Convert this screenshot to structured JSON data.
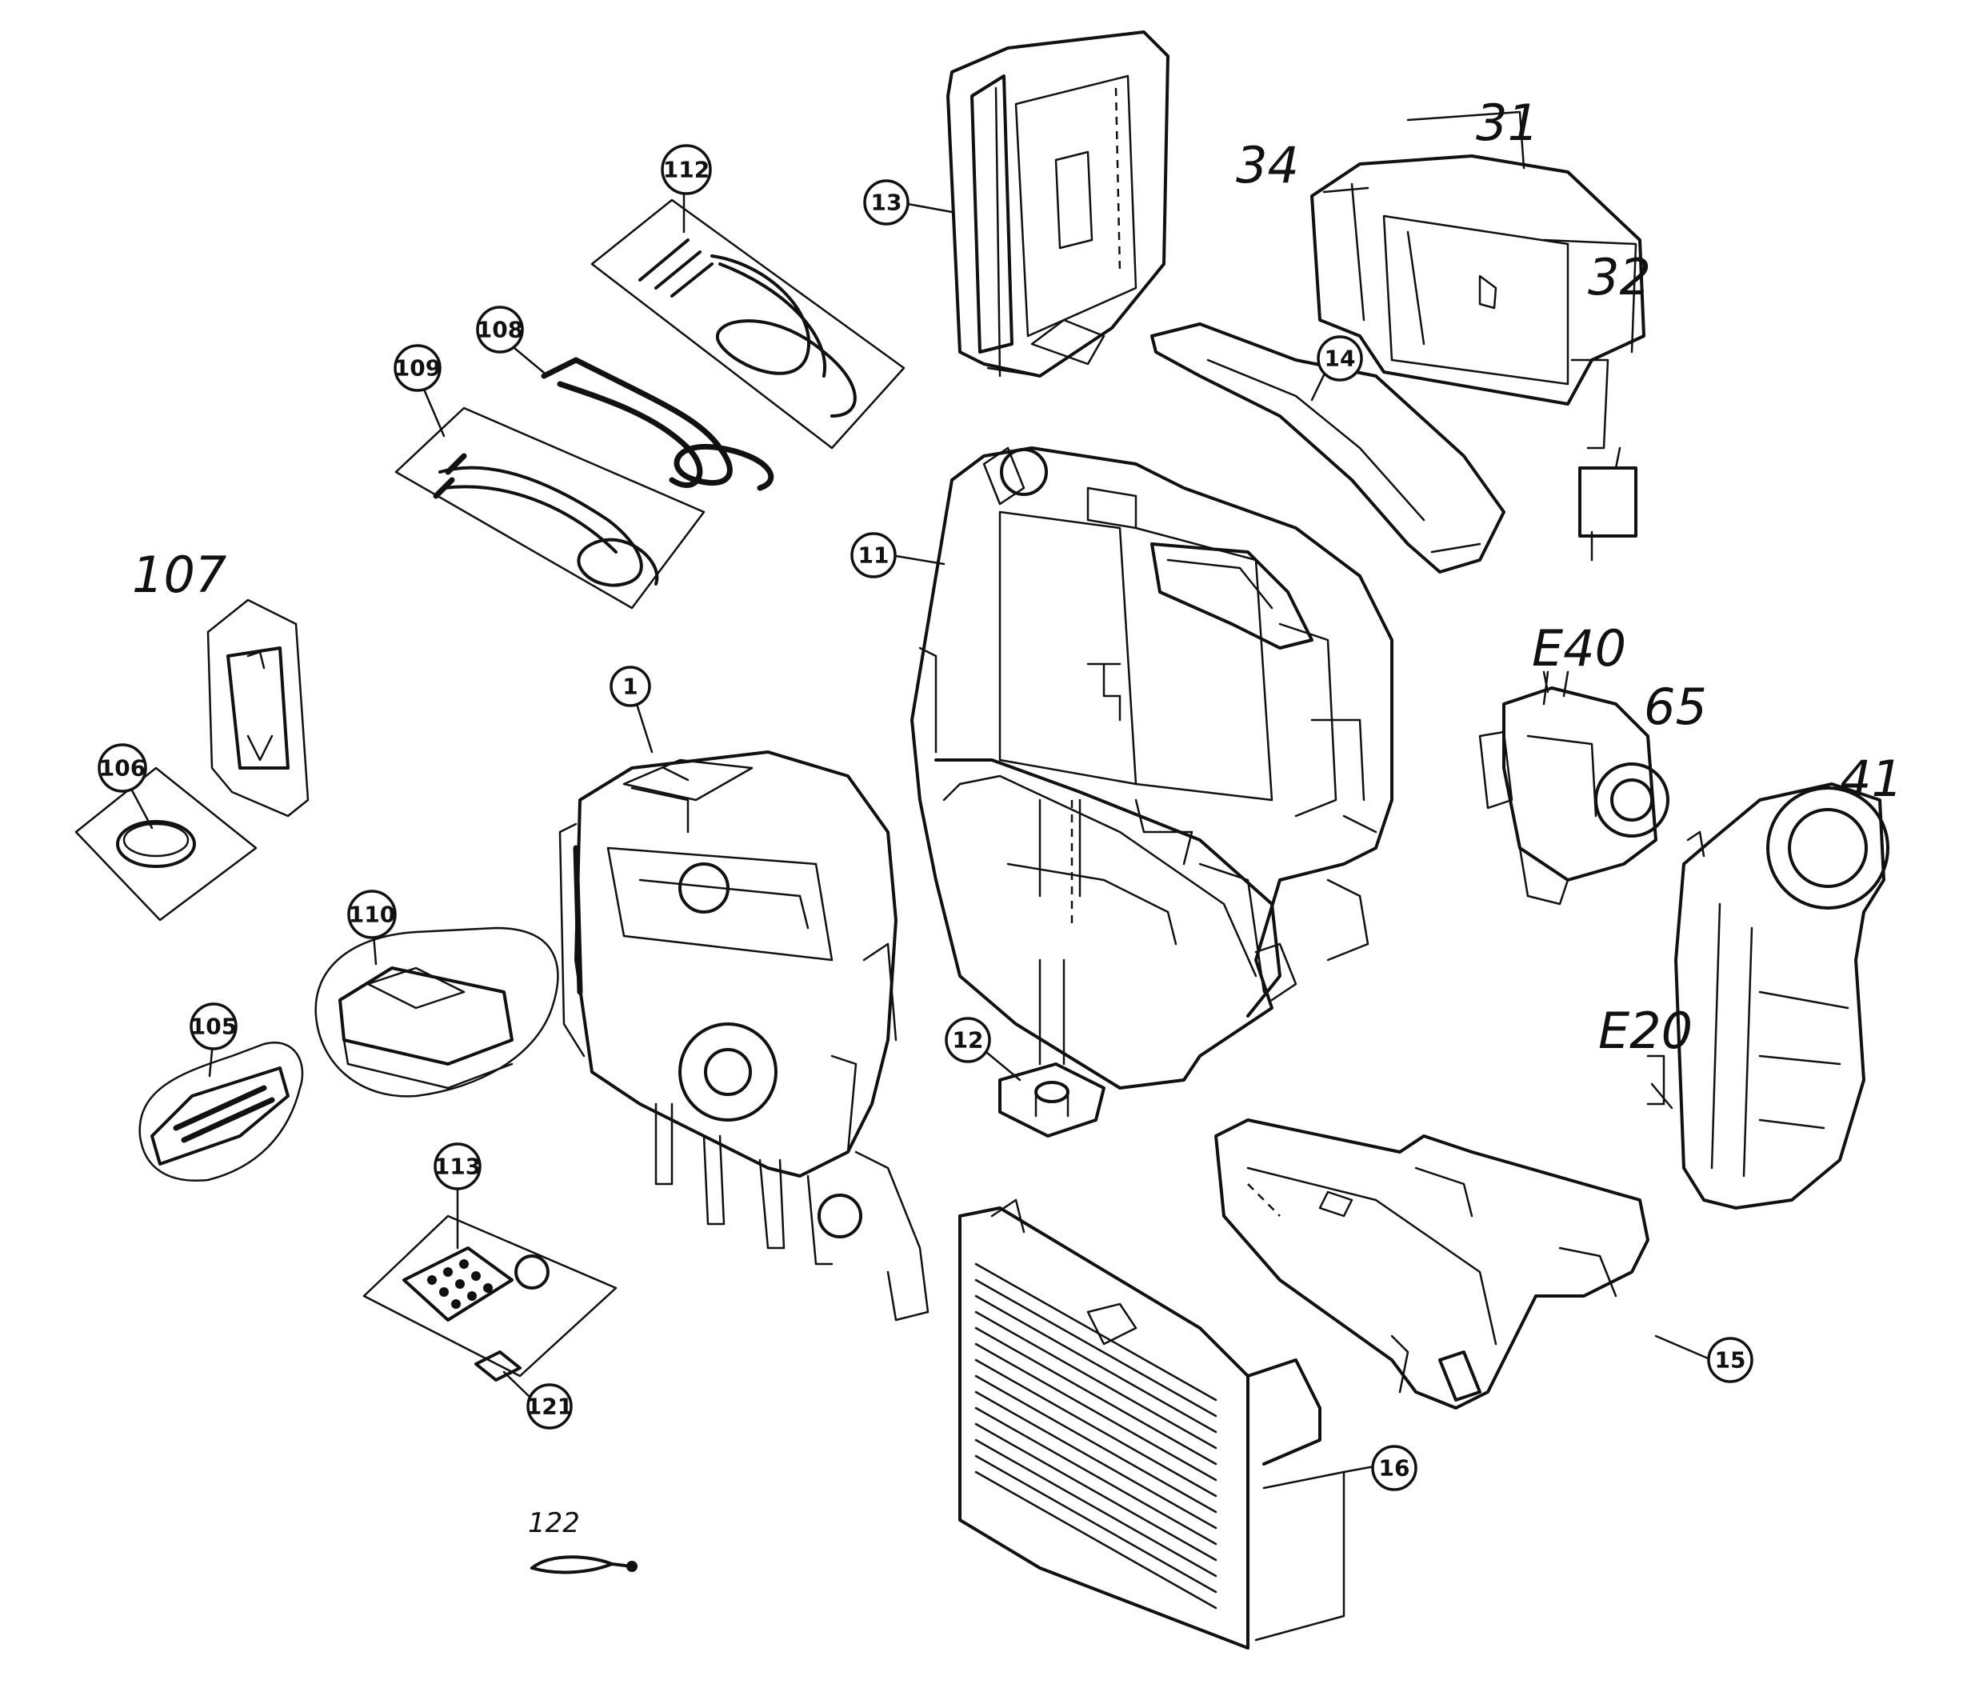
{
  "callouts": {
    "c1": "1",
    "c11": "11",
    "c12": "12",
    "c13": "13",
    "c14": "14",
    "c15": "15",
    "c16": "16",
    "c105": "105",
    "c106": "106",
    "c108": "108",
    "c109": "109",
    "c110": "110",
    "c112": "112",
    "c113": "113",
    "c121": "121"
  },
  "handwritten": {
    "h31": "31",
    "h32": "32",
    "h34": "34",
    "h41": "41",
    "h65": "65",
    "h107": "107",
    "h122": "122",
    "hE20": "E20",
    "hE40": "E40"
  }
}
